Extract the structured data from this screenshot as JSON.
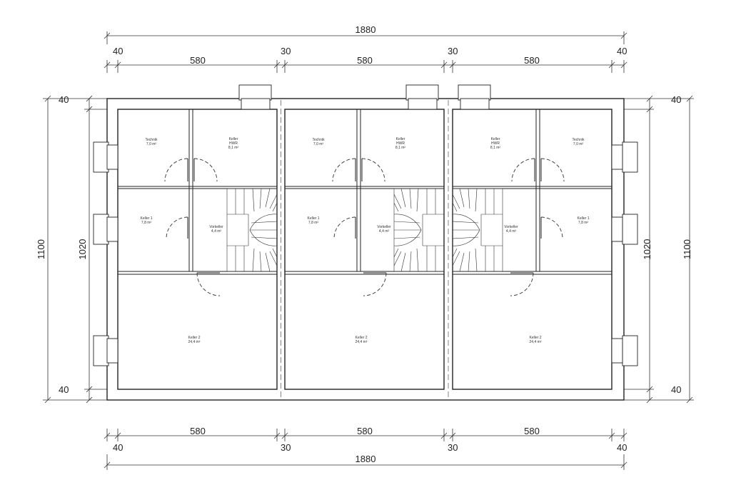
{
  "dimensions": {
    "top_total": "1880",
    "top_segments": [
      "40",
      "580",
      "30",
      "580",
      "30",
      "580",
      "40"
    ],
    "bottom_total": "1880",
    "bottom_segments": [
      "40",
      "580",
      "30",
      "580",
      "30",
      "580",
      "40"
    ],
    "left_total": "1100",
    "left_inner": "1020",
    "left_top": "40",
    "left_bottom": "40",
    "right_total": "1100",
    "right_inner": "1020",
    "right_top": "40",
    "right_bottom": "40"
  },
  "units": [
    {
      "technik": {
        "name": "Technik",
        "area": "7,0 m²"
      },
      "hwr": {
        "name": "Keller",
        "sub": "HWR",
        "area": "8,1 m²"
      },
      "keller1": {
        "name": "Keller 1",
        "area": "7,8 m²"
      },
      "vorkeller": {
        "name": "Vorkeller",
        "area": "4,4 m²"
      },
      "keller2": {
        "name": "Keller 2",
        "area": "24,4 m²"
      }
    },
    {
      "technik": {
        "name": "Technik",
        "area": "7,0 m²"
      },
      "hwr": {
        "name": "Keller",
        "sub": "HWR",
        "area": "8,1 m²"
      },
      "keller1": {
        "name": "Keller 1",
        "area": "7,8 m²"
      },
      "vorkeller": {
        "name": "Vorkeller",
        "area": "4,4 m²"
      },
      "keller2": {
        "name": "Keller 2",
        "area": "24,4 m²"
      }
    },
    {
      "technik": {
        "name": "Technik",
        "area": "7,0 m²"
      },
      "hwr": {
        "name": "Keller",
        "sub": "HWR",
        "area": "8,1 m²"
      },
      "keller1": {
        "name": "Keller 1",
        "area": "7,8 m²"
      },
      "vorkeller": {
        "name": "Vorkeller",
        "area": "4,4 m²"
      },
      "keller2": {
        "name": "Keller 2",
        "area": "24,4 m²"
      }
    }
  ]
}
